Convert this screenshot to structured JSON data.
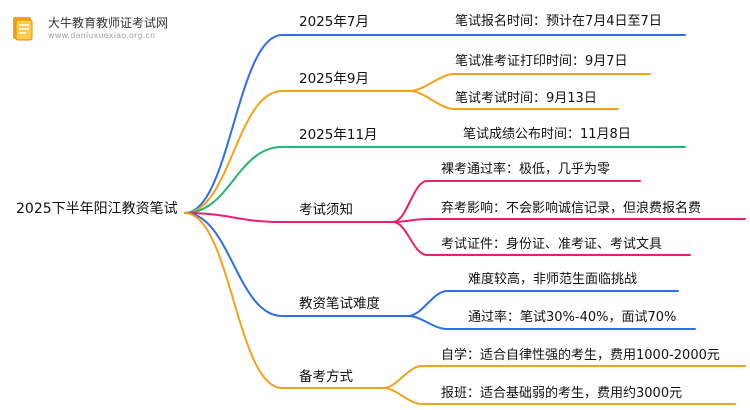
{
  "logo": {
    "name": "大牛教育教师证考试网",
    "url": "www.daniuxuexiao.org.cn"
  },
  "root": {
    "label": "2025下半年阳江教资笔试"
  },
  "colors": {
    "blue": "#2f6fe4",
    "orange": "#f3a21c",
    "green": "#22b573",
    "pink": "#e8206e"
  },
  "branches": [
    {
      "label": "2025年7月",
      "color": "#2f6fe4",
      "leaves": [
        {
          "text": "笔试报名时间：预计在7月4日至7日"
        }
      ]
    },
    {
      "label": "2025年9月",
      "color": "#f3a21c",
      "leaves": [
        {
          "text": "笔试准考证打印时间：9月7日"
        },
        {
          "text": "笔试考试时间：9月13日"
        }
      ]
    },
    {
      "label": "2025年11月",
      "color": "#22b573",
      "leaves": [
        {
          "text": "笔试成绩公布时间：11月8日"
        }
      ]
    },
    {
      "label": "考试须知",
      "color": "#e8206e",
      "leaves": [
        {
          "text": "裸考通过率：极低，几乎为零"
        },
        {
          "text": "弃考影响：不会影响诚信记录，但浪费报名费"
        },
        {
          "text": "考试证件：身份证、准考证、考试文具"
        }
      ]
    },
    {
      "label": "教资笔试难度",
      "color": "#2f6fe4",
      "leaves": [
        {
          "text": "难度较高，非师范生面临挑战"
        },
        {
          "text": "通过率：笔试30%-40%，面试70%"
        }
      ]
    },
    {
      "label": "备考方式",
      "color": "#f3a21c",
      "leaves": [
        {
          "text": "自学：适合自律性强的考生，费用1000-2000元"
        },
        {
          "text": "报班：适合基础弱的考生，费用约3000元"
        }
      ]
    }
  ]
}
